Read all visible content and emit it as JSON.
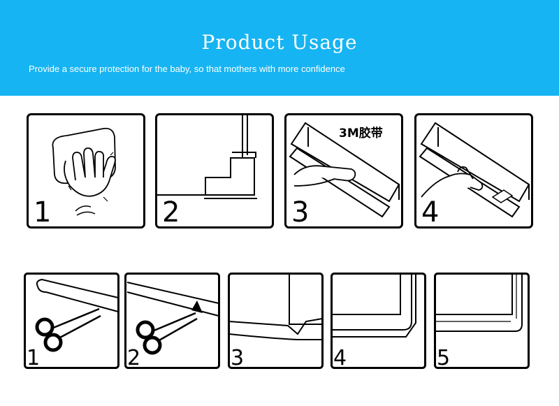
{
  "banner": {
    "title": "Product Usage",
    "subtitle": "Provide a secure protection for the baby, so that mothers with more confidence",
    "background_color": "#16b4f2"
  },
  "top_steps": [
    {
      "number": "1",
      "illustration": "hand-wiping-surface-icon"
    },
    {
      "number": "2",
      "illustration": "corner-guard-on-table-icon"
    },
    {
      "number": "3",
      "illustration": "peel-tape-icon",
      "tape_label": "3M胶带"
    },
    {
      "number": "4",
      "illustration": "press-strip-icon"
    }
  ],
  "bottom_steps": [
    {
      "number": "1",
      "illustration": "scissors-cut-strip-icon"
    },
    {
      "number": "2",
      "illustration": "scissors-notch-strip-icon"
    },
    {
      "number": "3",
      "illustration": "strip-at-corner-icon"
    },
    {
      "number": "4",
      "illustration": "strip-folded-corner-icon"
    },
    {
      "number": "5",
      "illustration": "strip-finished-edge-icon"
    }
  ]
}
